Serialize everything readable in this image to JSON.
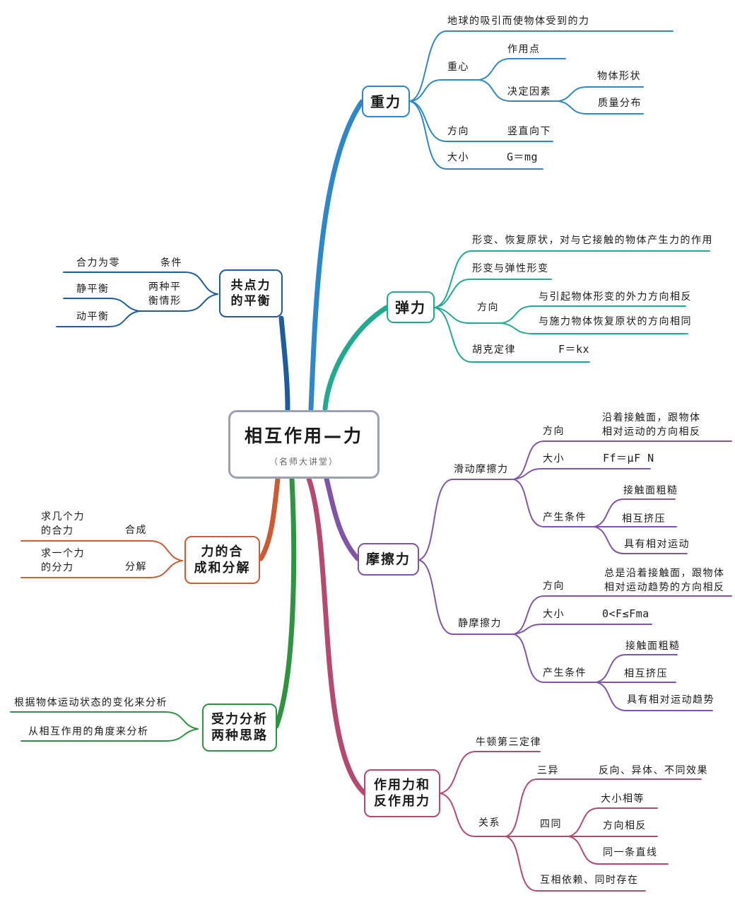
{
  "colors": {
    "center_border": "#9AA2B2",
    "gravity": "#2E87C8",
    "balance": "#1E5C9E",
    "elastic": "#21AA90",
    "friction": "#8055A8",
    "composition": "#CC5B33",
    "analysis": "#2E9442",
    "reaction": "#B5496E"
  },
  "center": {
    "title": "相互作用—力",
    "subtitle": "（名师大讲堂）"
  },
  "gravity": {
    "label": "重力",
    "definition": "地球的吸引而使物体受到的力",
    "center_of_gravity": {
      "label": "重心",
      "point": "作用点",
      "factors": {
        "label": "决定因素",
        "shape": "物体形状",
        "mass": "质量分布"
      }
    },
    "direction": {
      "label": "方向",
      "value": "竖直向下"
    },
    "magnitude": {
      "label": "大小",
      "value": "G＝mg"
    }
  },
  "elastic": {
    "label": "弹力",
    "definition": "形变、恢复原状，对与它接触的物体产生力的作用",
    "deformation": "形变与弹性形变",
    "direction": {
      "label": "方向",
      "opposite": "与引起物体形变的外力方向相反",
      "same": "与施力物体恢复原状的方向相同"
    },
    "hooke": {
      "label": "胡克定律",
      "formula": "F＝kx"
    }
  },
  "balance": {
    "label_line1": "共点力",
    "label_line2": "的平衡",
    "condition": {
      "label": "条件",
      "value": "合力为零"
    },
    "cases": {
      "label_line1": "两种平",
      "label_line2": "衡情形",
      "static": "静平衡",
      "dynamic": "动平衡"
    }
  },
  "friction": {
    "label": "摩擦力",
    "sliding": {
      "label": "滑动摩擦力",
      "direction": {
        "label": "方向",
        "line1": "沿着接触面，跟物体",
        "line2": "相对运动的方向相反"
      },
      "magnitude": {
        "label": "大小",
        "value": "Ff＝μF N"
      },
      "conditions": {
        "label": "产生条件",
        "items": [
          "接触面粗糙",
          "相互挤压",
          "具有相对运动"
        ]
      }
    },
    "static": {
      "label": "静摩擦力",
      "direction": {
        "label": "方向",
        "line1": "总是沿着接触面，跟物体",
        "line2": "相对运动趋势的方向相反"
      },
      "magnitude": {
        "label": "大小",
        "value": "0<F≤Fma"
      },
      "conditions": {
        "label": "产生条件",
        "items": [
          "接触面粗糙",
          "相互挤压",
          "具有相对运动趋势"
        ]
      }
    }
  },
  "composition": {
    "label_line1": "力的合",
    "label_line2": "成和分解",
    "compose": {
      "label": "合成",
      "desc_line1": "求几个力",
      "desc_line2": "的合力"
    },
    "decompose": {
      "label": "分解",
      "desc_line1": "求一个力",
      "desc_line2": "的分力"
    }
  },
  "analysis": {
    "label_line1": "受力分析",
    "label_line2": "两种思路",
    "by_motion": "根据物体运动状态的变化来分析",
    "by_interaction": "从相互作用的角度来分析"
  },
  "reaction": {
    "label_line1": "作用力和",
    "label_line2": "反作用力",
    "newton_third": "牛顿第三定律",
    "relation": {
      "label": "关系",
      "three_diff": {
        "label": "三异",
        "value": "反向、异体、不同效果"
      },
      "four_same": {
        "label": "四同",
        "items": [
          "大小相等",
          "方向相反",
          "同一条直线"
        ]
      },
      "coexist": "互相依赖、同时存在"
    }
  }
}
